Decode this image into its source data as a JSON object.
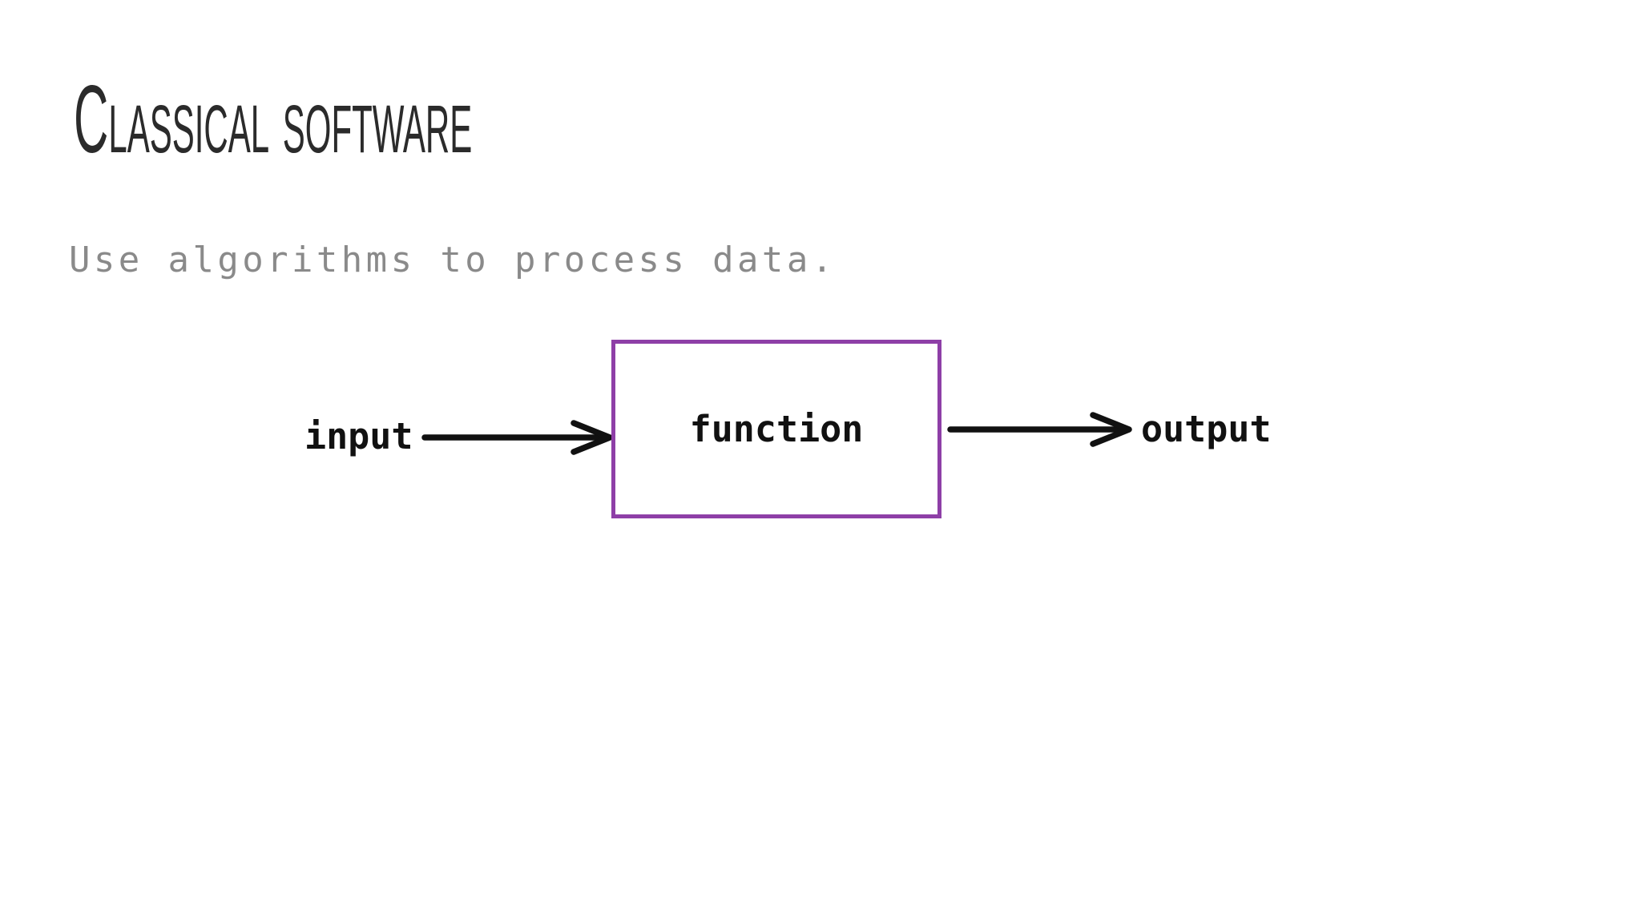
{
  "slide": {
    "title": "Classical software",
    "subtitle": "Use algorithms to process data.",
    "diagram": {
      "input_label": "input",
      "function_label": "function",
      "output_label": "output",
      "arrows": [
        {
          "from": "input",
          "to": "function"
        },
        {
          "from": "function",
          "to": "output"
        }
      ],
      "box_border_color": "#8e3fa7",
      "arrow_color": "#111111",
      "label_text_color": "#111111"
    },
    "colors": {
      "background": "#ffffff",
      "title": "#2b2b2b",
      "subtitle": "#8a8a8a"
    }
  }
}
